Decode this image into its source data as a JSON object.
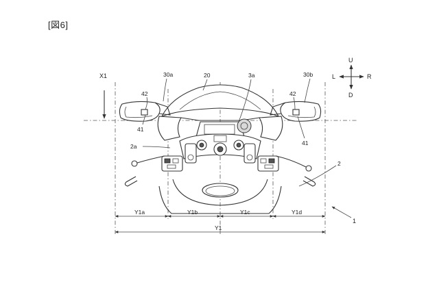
{
  "figure_label": "[図6]",
  "directions": {
    "up": "U",
    "down": "D",
    "left": "L",
    "right": "R"
  },
  "labels": {
    "x1": "X1",
    "l30a": "30a",
    "l20": "20",
    "l3a": "3a",
    "l30b": "30b",
    "l42_left": "42",
    "l42_right": "42",
    "l41_left": "41",
    "l41_right": "41",
    "l2a": "2a",
    "l2": "2",
    "l1": "1"
  },
  "dimensions": {
    "y1a": "Y1a",
    "y1b": "Y1b",
    "y1c": "Y1c",
    "y1d": "Y1d",
    "y1": "Y1"
  }
}
